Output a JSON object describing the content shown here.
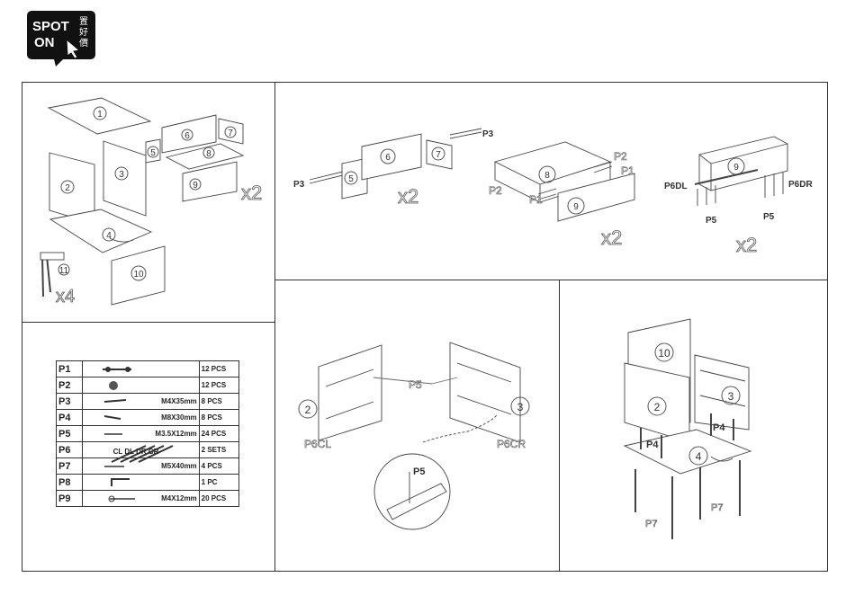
{
  "logo": {
    "line1": "SPOT",
    "line2": "ON",
    "chinese": [
      "置",
      "好",
      "價"
    ]
  },
  "exploded_view": {
    "part_numbers": [
      "1",
      "2",
      "3",
      "4",
      "5",
      "6",
      "7",
      "8",
      "9",
      "10",
      "11"
    ],
    "drawer_multiplier": "x2",
    "leg_multiplier": "x4"
  },
  "drawer_step": {
    "labels": {
      "p3_top": "P3",
      "p3_left": "P3",
      "p2_top": "P2",
      "p1_top": "P1",
      "p2_left": "P2",
      "p1_left": "P1",
      "p6dl": "P6DL",
      "p6dr": "P6DR",
      "p5_left": "P5",
      "p5_right": "P5"
    },
    "multipliers": [
      "x2",
      "x2",
      "x2"
    ],
    "panel_numbers": [
      "5",
      "6",
      "7",
      "8",
      "9",
      "9"
    ]
  },
  "parts_table": [
    {
      "code": "P1",
      "size": "",
      "qty": "12 PCS"
    },
    {
      "code": "P2",
      "size": "",
      "qty": "12 PCS"
    },
    {
      "code": "P3",
      "size": "M4X35mm",
      "qty": "8 PCS"
    },
    {
      "code": "P4",
      "size": "M8X30mm",
      "qty": "8 PCS"
    },
    {
      "code": "P5",
      "size": "M3.5X12mm",
      "qty": "24 PCS"
    },
    {
      "code": "P6",
      "size": "",
      "qty": "2 SETS",
      "sub": "CL DL DR CR"
    },
    {
      "code": "P7",
      "size": "M5X40mm",
      "qty": "4 PCS"
    },
    {
      "code": "P8",
      "size": "",
      "qty": "1 PC"
    },
    {
      "code": "P9",
      "size": "M4X12mm",
      "qty": "20 PCS"
    }
  ],
  "slide_step": {
    "p5": "P5",
    "p6cl": "P6CL",
    "p6cr": "P6CR",
    "detail_p5": "P5",
    "panel_left": "2",
    "panel_right": "3"
  },
  "carcass_step": {
    "panels": [
      "10",
      "2",
      "3",
      "4"
    ],
    "p4_left": "P4",
    "p4_right": "P4",
    "p7_left": "P7",
    "p7_right": "P7"
  }
}
